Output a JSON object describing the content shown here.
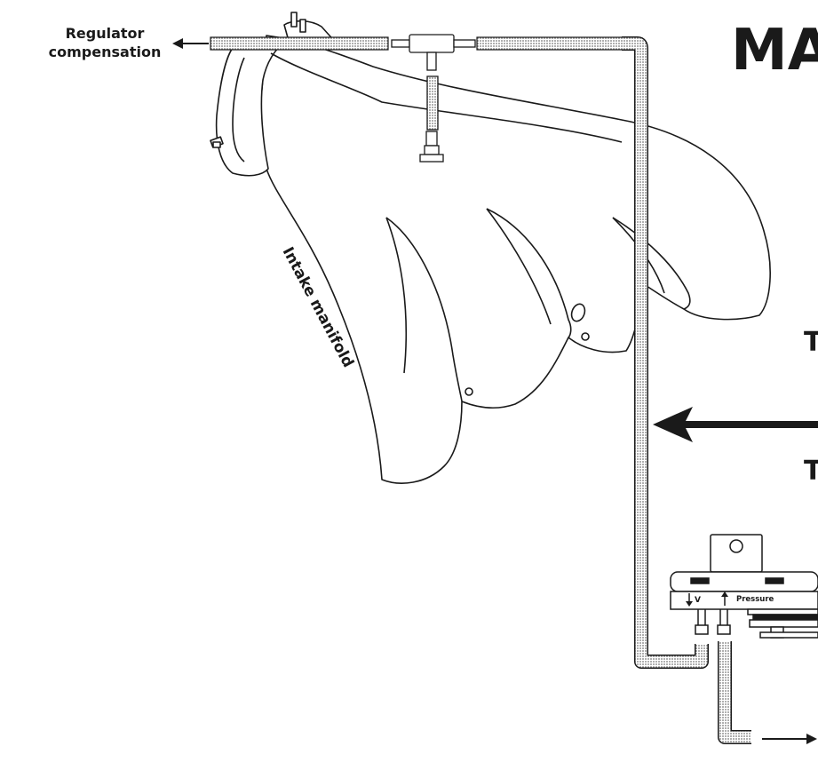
{
  "labels": {
    "regulator_line1": "Regulator",
    "regulator_line2": "compensation",
    "intake_manifold": "Intake manifold",
    "title_fragment": "MA",
    "side_letter_1": "T",
    "side_letter_2": "T",
    "valve_vacuum": "V",
    "valve_pressure": "Pressure"
  },
  "colors": {
    "line": "#1a1a1a",
    "hose_fill": "#9a9a9a",
    "background": "#ffffff"
  }
}
